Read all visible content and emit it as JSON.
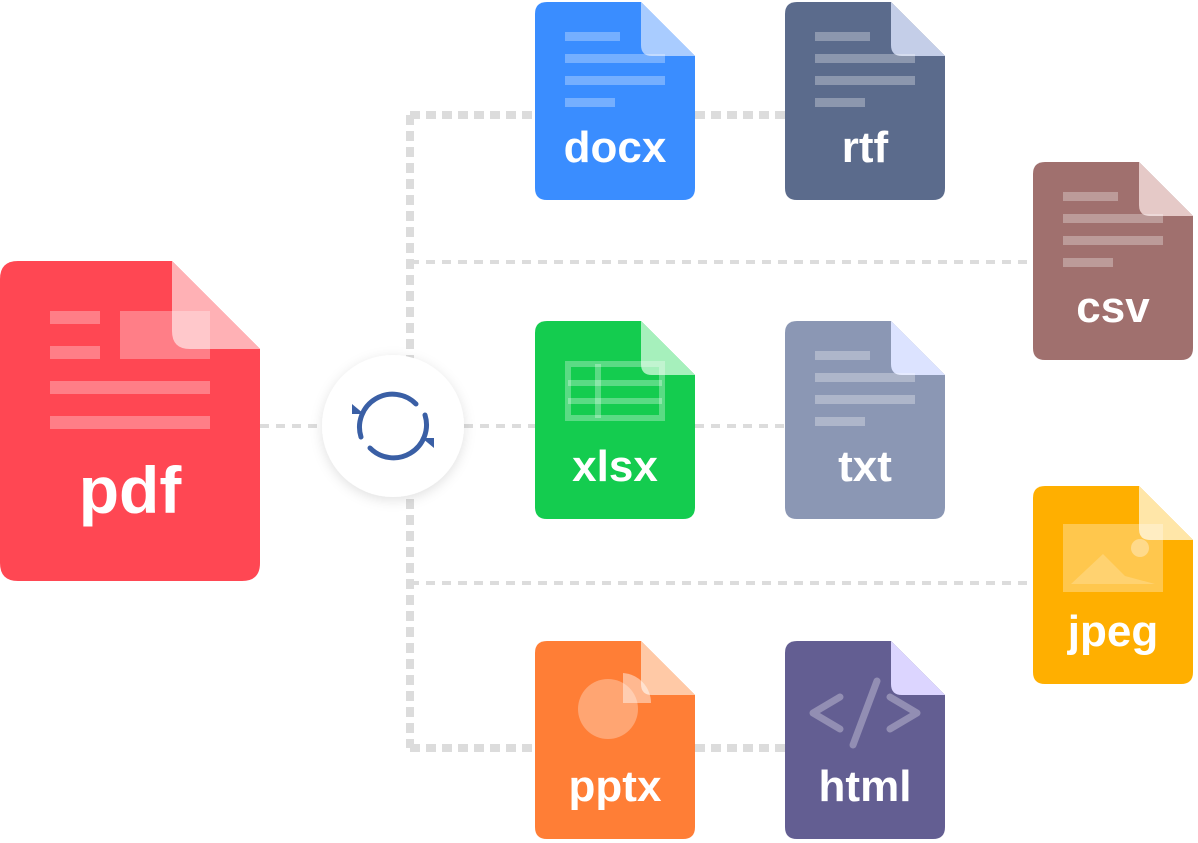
{
  "files": {
    "pdf": {
      "label": "pdf",
      "color": "#FF4753",
      "fold": "#FFB1B5",
      "icon": "document-lines-icon"
    },
    "docx": {
      "label": "docx",
      "color": "#3A8DFF",
      "fold": "#A9CCFF",
      "icon": "document-lines-icon"
    },
    "rtf": {
      "label": "rtf",
      "color": "#5B6B8C",
      "fold": "#C4CEE8",
      "icon": "document-lines-icon"
    },
    "csv": {
      "label": "csv",
      "color": "#A0706E",
      "fold": "#E5C9C7",
      "icon": "document-lines-icon"
    },
    "xlsx": {
      "label": "xlsx",
      "color": "#14CC4F",
      "fold": "#A6F0BC",
      "icon": "spreadsheet-grid-icon"
    },
    "txt": {
      "label": "txt",
      "color": "#8B97B4",
      "fold": "#DCE3FF",
      "icon": "document-lines-icon"
    },
    "jpeg": {
      "label": "jpeg",
      "color": "#FFAF00",
      "fold": "#FFE6A8",
      "icon": "image-icon"
    },
    "pptx": {
      "label": "pptx",
      "color": "#FF7E36",
      "fold": "#FFC9A6",
      "icon": "pie-chart-icon"
    },
    "html": {
      "label": "html",
      "color": "#635E92",
      "fold": "#DCD5FF",
      "icon": "code-brackets-icon"
    }
  },
  "hub": {
    "icon": "convert-arrows-icon",
    "color": "#3A5FA5"
  },
  "connector_color": "#DCDCDC"
}
